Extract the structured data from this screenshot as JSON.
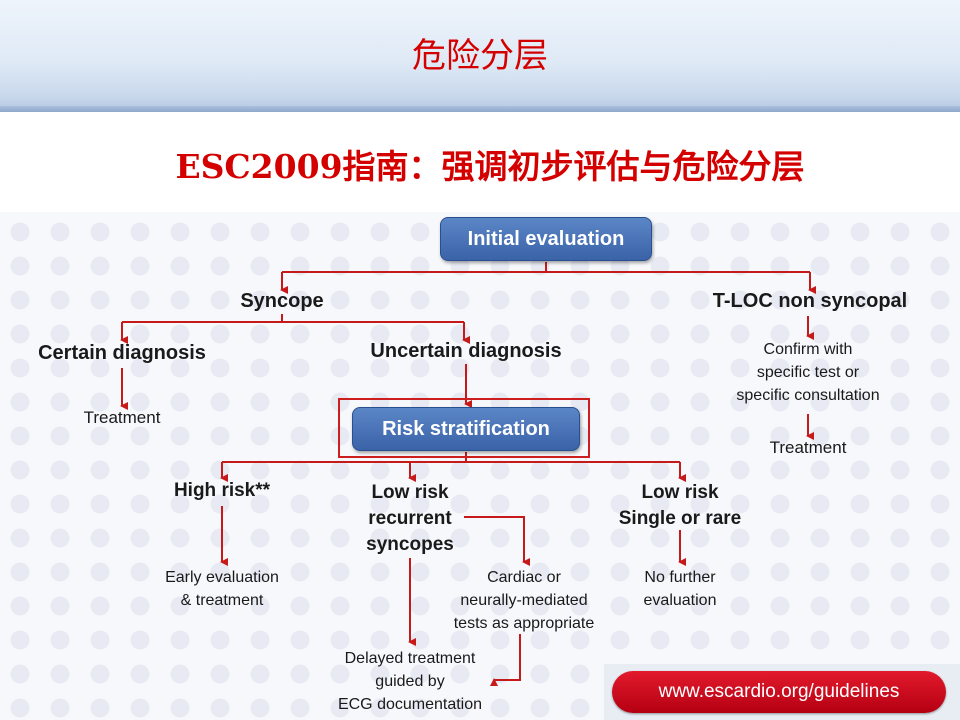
{
  "slide": {
    "title": "危险分层",
    "subtitle": "ESC2009指南：强调初步评估与危险分层"
  },
  "flowchart": {
    "initial_evaluation": "Initial evaluation",
    "syncope": "Syncope",
    "tloc_non_syncopal": "T-LOC non syncopal",
    "certain_diagnosis": "Certain diagnosis",
    "uncertain_diagnosis": "Uncertain diagnosis",
    "treatment_left": "Treatment",
    "confirm_lines": [
      "Confirm with",
      "specific test or",
      "specific consultation"
    ],
    "treatment_right": "Treatment",
    "risk_stratification": "Risk stratification",
    "high_risk": "High risk**",
    "low_risk_recurrent_lines": [
      "Low risk",
      "recurrent",
      "syncopes"
    ],
    "low_risk_single_lines": [
      "Low risk",
      "Single or rare"
    ],
    "early_eval_lines": [
      "Early evaluation",
      "& treatment"
    ],
    "cardiac_lines": [
      "Cardiac or",
      "neurally-mediated",
      "tests as appropriate"
    ],
    "no_further_lines": [
      "No further",
      "evaluation"
    ],
    "delayed_lines": [
      "Delayed treatment",
      "guided by",
      "ECG documentation"
    ],
    "arrow_color": "#c61a1a",
    "box_color": "#3f69ad",
    "highlight_color": "#cc1e1e"
  },
  "footer": {
    "url": "www.escardio.org/guidelines"
  }
}
